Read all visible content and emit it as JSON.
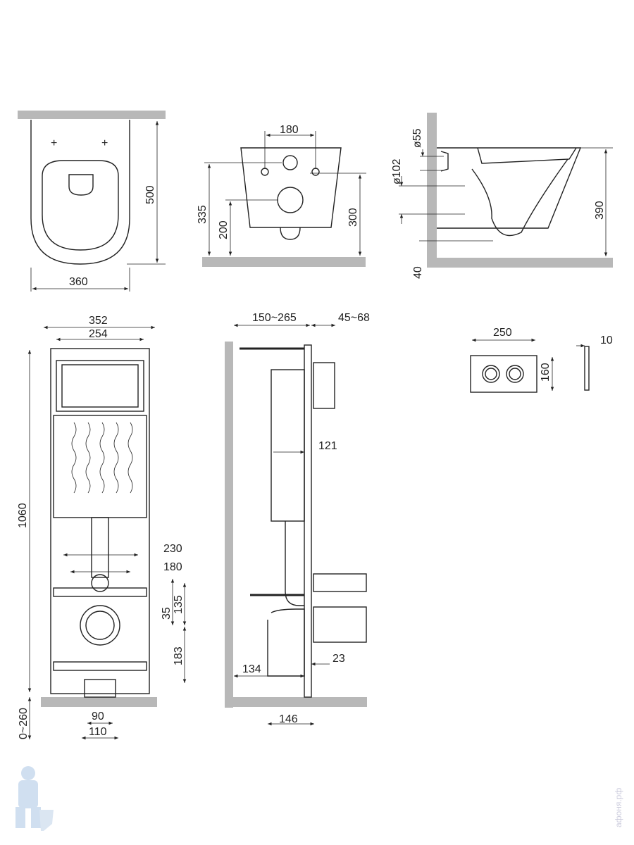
{
  "top_view": {
    "depth": "500",
    "width": "360"
  },
  "front_view": {
    "bolt_spacing": "180",
    "inlet_height": "335",
    "outlet_height": "200",
    "bowl_height": "300"
  },
  "side_view": {
    "inlet_diameter": "ø55",
    "outlet_diameter": "ø102",
    "mount_height": "390",
    "floor_gap": "40"
  },
  "frame_front": {
    "width": "352",
    "inner_width": "254",
    "height": "1060",
    "bracket_span": "230",
    "bolt_spacing": "180",
    "offset_small": "35",
    "offset_inlet": "135",
    "outlet_height": "183",
    "leg_adjust": "0~260",
    "drain_inner": "90",
    "drain_outer": "110"
  },
  "frame_side": {
    "wall_distance": "150~265",
    "flush_depth": "45~68",
    "tank_depth": "121",
    "drain_offset": "134",
    "frame_offset": "23",
    "base_depth": "146"
  },
  "flush_plate": {
    "width": "250",
    "height": "160",
    "thickness": "10"
  },
  "watermark": "афоня.рф"
}
